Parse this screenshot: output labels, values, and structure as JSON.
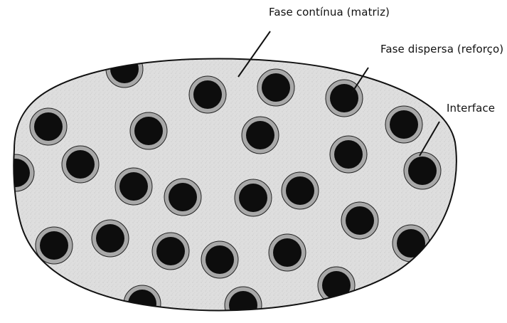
{
  "labels": {
    "matrix": "Fase contínua (matriz)",
    "dispersed": "Fase dispersa (reforço)",
    "interface": "Interface"
  },
  "colors": {
    "matrix_fill": "#dcdcdc",
    "particle_core": "#0d0d0d",
    "interface_ring": "#a8a8a8",
    "outline": "#111111"
  }
}
